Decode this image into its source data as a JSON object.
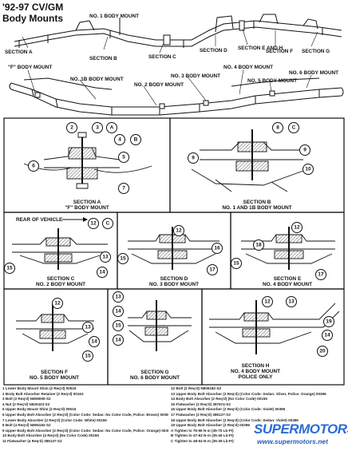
{
  "header": {
    "title_line1": "'92-97 CV/GM",
    "title_line2": "Body Mounts"
  },
  "frame_top": {
    "mount_label": "NO. 1 BODY MOUNT",
    "sections": [
      "SECTION A",
      "SECTION B",
      "SECTION C",
      "SECTION D",
      "SECTION E AND H",
      "SECTION F",
      "SECTION G"
    ]
  },
  "frame_bottom": {
    "labels": [
      "\"F\" BODY MOUNT",
      "NO. 1B BODY MOUNT",
      "NO. 2 BODY MOUNT",
      "NO. 3 BODY MOUNT",
      "NO. 4 BODY MOUNT",
      "NO. 5 BODY MOUNT",
      "NO. 6 BODY MOUNT"
    ]
  },
  "panels": {
    "a": {
      "title": "SECTION A",
      "subtitle": "\"F\" BODY MOUNT",
      "callouts": [
        "2",
        "3",
        "A",
        "4",
        "B",
        "5",
        "6",
        "7"
      ]
    },
    "b": {
      "title": "SECTION B",
      "subtitle": "NO. 1 AND 1B BODY MOUNT",
      "callouts": [
        "8",
        "C",
        "9",
        "9",
        "10"
      ]
    },
    "c": {
      "title": "SECTION C",
      "subtitle": "NO. 2 BODY MOUNT",
      "note": "REAR OF VEHICLE",
      "callouts": [
        "12",
        "C",
        "13",
        "15",
        "14"
      ]
    },
    "d": {
      "title": "SECTION D",
      "subtitle": "NO. 3 BODY MOUNT",
      "callouts": [
        "12",
        "16",
        "15",
        "17"
      ]
    },
    "e": {
      "title": "SECTION E",
      "subtitle": "NO. 4 BODY MOUNT",
      "callouts": [
        "12",
        "18",
        "15",
        "17"
      ]
    },
    "f": {
      "title": "SECTION F",
      "subtitle": "NO. 5 BODY MOUNT",
      "callouts": [
        "12",
        "13",
        "14",
        "15"
      ]
    },
    "g": {
      "title": "SECTION G",
      "subtitle": "NO. 6 BODY MOUNT",
      "callouts": [
        "13",
        "14",
        "15",
        "14"
      ]
    },
    "h": {
      "title": "SECTION H",
      "subtitle": "NO. 4 BODY MOUNT",
      "subtitle2": "POLICE ONLY",
      "callouts": [
        "12",
        "13",
        "19",
        "14",
        "20"
      ]
    }
  },
  "legend": {
    "left": [
      "1 Lower Body Mount Shim (2 Req'd)  00515",
      "2 Body Bolt Absorber Retainer (2 Req'd)  00163",
      "3 Bolt (2 Req'd)  N808090-S2",
      "4 Nut (2 Req'd)  N620423-S2",
      "5 Upper Body Mount Shim (2 Req'd)  00515",
      "6 Upper Body Bolt Absorber (2 Req'd) (Color Code: Sedan: No Color Code, Police: Brown)  00396",
      "7 Lower Body Absorber (2 Req'd) (Color Code: White)  00155",
      "8 Bolt (4 Req'd)  N806182-S2",
      "9 Upper Body Bolt Absorber (2 Req'd) (Color Code: Sedan: No Color Code, Police: Orange)  00396",
      "10 Body Bolt Absorber (4 Req'd) (No Color Code)  00155",
      "11 Flatwasher (4 Req'd)  385137-S2"
    ],
    "right": [
      "12 Bolt (2 Req'd)  N806182-S2",
      "13 Upper Body Bolt Absorber (2 Req'd) (Color Code: Sedan: Silver, Police: Orange)  00396",
      "14 Body Bolt Absorber (2 Req'd) (No Color Code)  00155",
      "15 Flatwasher (2 Req'd)  387674-S2",
      "16 Upper Body Bolt Absorber (2 Req'd) (Color Code: Violet)  00396",
      "17 Flatwasher (2 Req'd)  385127-S2",
      "18 Upper Body Bolt Absorber (2 Req'd) (Color Code: Sedan: Violet)  00396",
      "19 Upper Body Bolt Absorber (2 Req'd)  00396",
      "A Tighten to 75-96 N·m (35-70 Lb-Ft)",
      "B Tighten to 47-63 N·m (35-46 Lb-Ft)",
      "C Tighten to 48-54 N·m (35-39 Lb-Ft)"
    ]
  },
  "watermark": {
    "brand": "SUPERMOTORS",
    "url": "www.supermotors.net",
    "brand_color": "#2a6cd8",
    "url_color": "#2a5db8"
  }
}
